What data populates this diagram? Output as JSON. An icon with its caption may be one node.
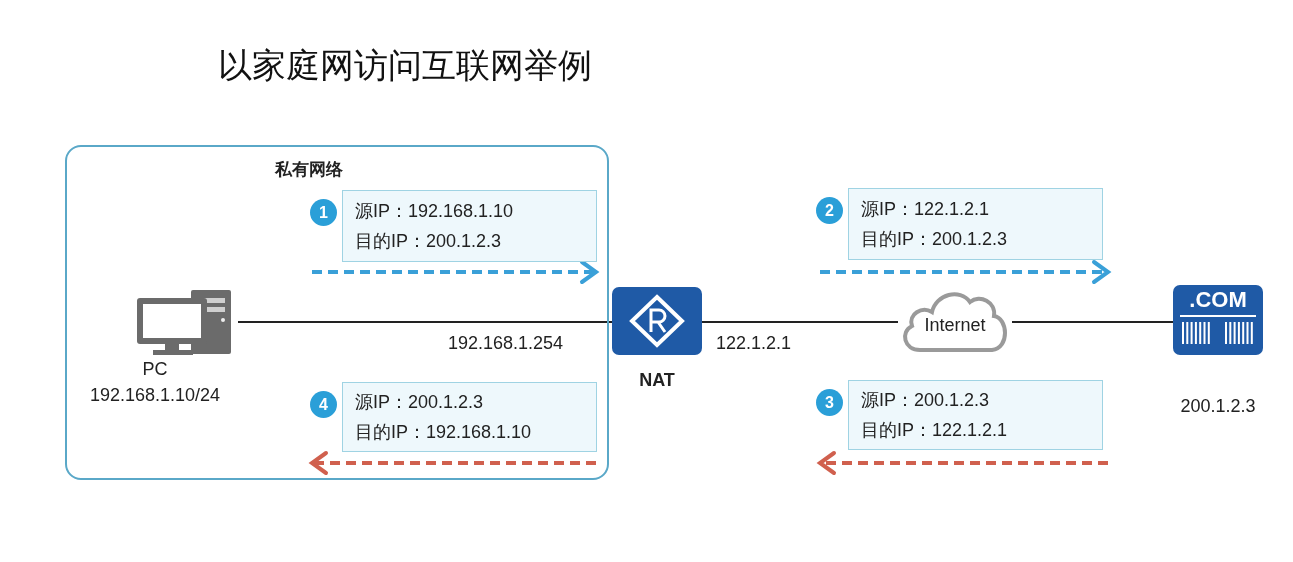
{
  "diagram": {
    "title": "以家庭网访问互联网举例",
    "nodes": [
      {
        "text": [
          "私有网络"
        ]
      },
      {
        "text": [
          "源IP：192.168.1.10",
          "目的IP：200.1.2.3"
        ],
        "in": 0,
        "beside": [
          "1"
        ]
      },
      {
        "text": [
          "PC",
          "192.168.1.10/24"
        ],
        "in": 0
      },
      {
        "text": [
          "源IP：200.1.2.3",
          "目的IP：192.168.1.10"
        ],
        "in": 0,
        "beside": [
          "4"
        ]
      },
      {
        "text": [
          "NAT"
        ]
      },
      {
        "text": [
          "源IP：122.1.2.1",
          "目的IP：200.1.2.3"
        ],
        "beside": [
          "2"
        ]
      },
      {
        "text": [
          "Internet"
        ]
      },
      {
        "text": [
          ".COM"
        ],
        "beside": [
          "200.1.2.3"
        ]
      },
      {
        "text": [
          "源IP：200.1.2.3",
          "目的IP：122.1.2.1"
        ],
        "beside": [
          "3"
        ]
      }
    ],
    "edges": [
      {
        "from": 2,
        "to": 4,
        "arrow": "none"
      },
      {
        "from": 4,
        "to": 6,
        "arrow": "none"
      },
      {
        "from": 6,
        "to": 7,
        "arrow": "none"
      }
    ],
    "labels": [
      "192.168.1.254",
      "122.1.2.1"
    ]
  }
}
